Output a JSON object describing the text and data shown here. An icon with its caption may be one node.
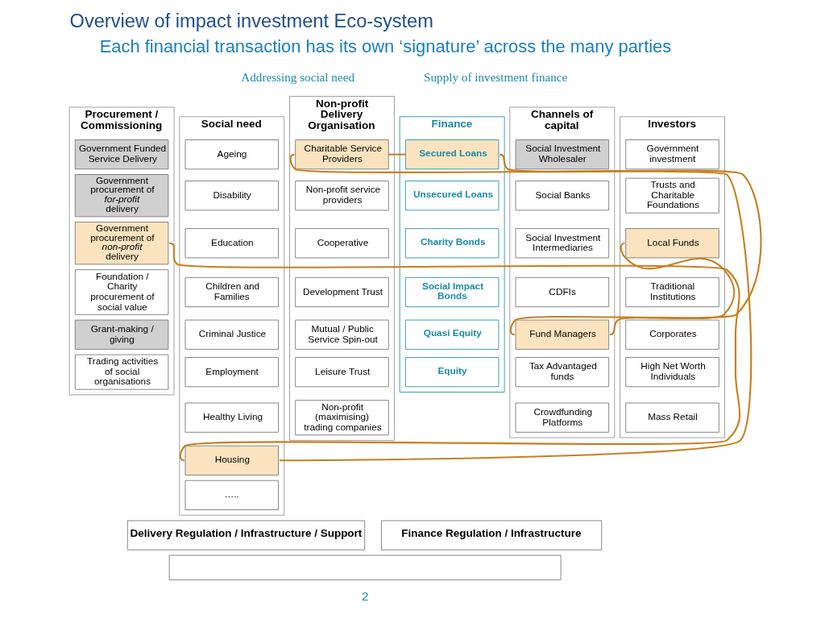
{
  "diagram": {
    "title": "Overview of impact investment Eco-system",
    "nodes": [
      {
        "text": [
          "Procurement / Commissioning"
        ]
      },
      {
        "text": [
          "Government Funded Service Delivery"
        ],
        "in": 0
      },
      {
        "text": [
          "Government procurement of *for-profit* delivery"
        ],
        "in": 0
      },
      {
        "text": [
          "Government procurement of *non-profit* delivery"
        ],
        "in": 0
      },
      {
        "text": [
          "Foundation / Charity procurement of social value"
        ],
        "in": 0
      },
      {
        "text": [
          "Grant-making / giving"
        ],
        "in": 0
      },
      {
        "text": [
          "Trading activities of social organisations"
        ],
        "in": 0
      },
      {
        "text": [
          "Social need"
        ]
      },
      {
        "text": [
          "Ageing"
        ],
        "in": 7
      },
      {
        "text": [
          "Disability"
        ],
        "in": 7
      },
      {
        "text": [
          "Education"
        ],
        "in": 7
      },
      {
        "text": [
          "Children and Families"
        ],
        "in": 7
      },
      {
        "text": [
          "Criminal Justice"
        ],
        "in": 7
      },
      {
        "text": [
          "Employment"
        ],
        "in": 7
      },
      {
        "text": [
          "Healthy Living"
        ],
        "in": 7
      },
      {
        "text": [
          "Housing"
        ],
        "in": 7
      },
      {
        "text": [
          "….."
        ],
        "in": 7
      },
      {
        "text": [
          "Non-profit Delivery Organisation"
        ]
      },
      {
        "text": [
          "Charitable Service Providers"
        ],
        "in": 17
      },
      {
        "text": [
          "Non-profit service providers"
        ],
        "in": 17
      },
      {
        "text": [
          "Cooperative"
        ],
        "in": 17
      },
      {
        "text": [
          "Development Trust"
        ],
        "in": 17
      },
      {
        "text": [
          "Mutual / Public Service Spin-out"
        ],
        "in": 17
      },
      {
        "text": [
          "Leisure Trust"
        ],
        "in": 17
      },
      {
        "text": [
          "Non-profit (maximising) trading companies"
        ],
        "in": 17
      },
      {
        "text": [
          "Finance"
        ]
      },
      {
        "text": [
          "Secured Loans"
        ],
        "in": 25
      },
      {
        "text": [
          "Unsecured Loans"
        ],
        "in": 25
      },
      {
        "text": [
          "Charity Bonds"
        ],
        "in": 25
      },
      {
        "text": [
          "Social Impact Bonds"
        ],
        "in": 25
      },
      {
        "text": [
          "Quasi Equity"
        ],
        "in": 25
      },
      {
        "text": [
          "Equity"
        ],
        "in": 25
      },
      {
        "text": [
          "Channels of capital"
        ]
      },
      {
        "text": [
          "Social Investment Wholesaler"
        ],
        "in": 32
      },
      {
        "text": [
          "Social Banks"
        ],
        "in": 32
      },
      {
        "text": [
          "Social Investment Intermediaries"
        ],
        "in": 32
      },
      {
        "text": [
          "CDFIs"
        ],
        "in": 32
      },
      {
        "text": [
          "Fund Managers"
        ],
        "in": 32
      },
      {
        "text": [
          "Tax Advantaged funds"
        ],
        "in": 32
      },
      {
        "text": [
          "Crowdfunding Platforms"
        ],
        "in": 32
      },
      {
        "text": [
          "Investors"
        ]
      },
      {
        "text": [
          "Government investment"
        ],
        "in": 40
      },
      {
        "text": [
          "Trusts and Charitable Foundations"
        ],
        "in": 40
      },
      {
        "text": [
          "Local Funds"
        ],
        "in": 40
      },
      {
        "text": [
          "Traditional Institutions"
        ],
        "in": 40
      },
      {
        "text": [
          "Corporates"
        ],
        "in": 40
      },
      {
        "text": [
          "High Net Worth Individuals"
        ],
        "in": 40
      },
      {
        "text": [
          "Mass Retail"
        ],
        "in": 40
      },
      {
        "text": [
          "Delivery Regulation / Infrastructure / Support"
        ]
      },
      {
        "text": [
          "Finance Regulation / Infrastructure"
        ]
      },
      {
        "text": [],
        "shape": "box"
      }
    ],
    "edges": [
      {
        "from": 3,
        "to": 15,
        "arrow": "none"
      },
      {
        "from": 15,
        "to": 18,
        "arrow": "none"
      },
      {
        "from": 18,
        "to": 26,
        "arrow": "none"
      },
      {
        "from": 26,
        "to": 37,
        "arrow": "none"
      },
      {
        "from": 37,
        "to": 43,
        "arrow": "none"
      }
    ],
    "labels": [
      "Each financial transaction has its own ‘signature’ across the many parties",
      "Addressing social need",
      "Supply of investment finance",
      "2"
    ]
  }
}
